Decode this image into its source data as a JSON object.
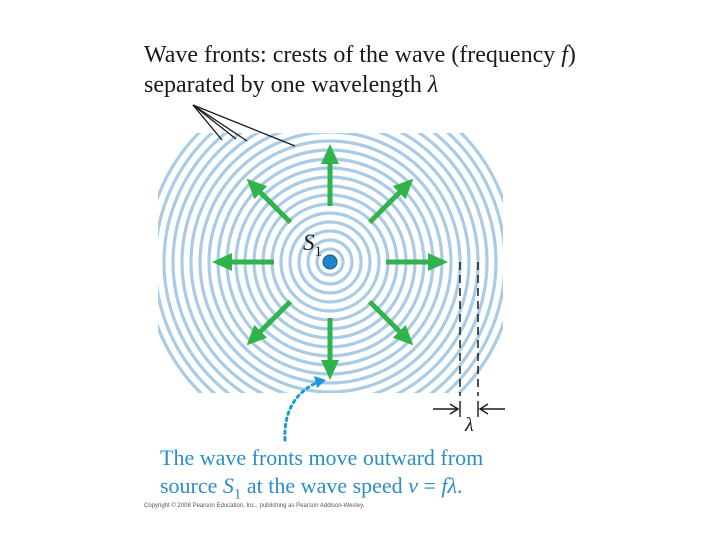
{
  "top_caption": {
    "line1_prefix": "Wave fronts: crests of the wave (frequency ",
    "line1_var": "f",
    "line1_suffix": ")",
    "line2_prefix": "separated by one wavelength ",
    "line2_var": "λ"
  },
  "source_label": {
    "letter": "S",
    "subscript": "1"
  },
  "lambda_label": "λ",
  "bottom_caption": {
    "line1": "The wave fronts move outward from",
    "line2_a": "source ",
    "line2_var": "S",
    "line2_sub": "1",
    "line2_b": " at the wave speed ",
    "line2_eq_v": "v",
    "line2_eq_mid": " = ",
    "line2_eq_rhs": "fλ",
    "line2_end": "."
  },
  "copyright": "Copyright © 2008 Pearson Education, Inc., publishing as Pearson Addison-Wesley.",
  "colors": {
    "wave": "#a9cbe6",
    "arrow": "#2fb34a",
    "source": "#1d86c8",
    "caption_blue": "#2b8ec8",
    "pointer_dots": "#1d9ad6"
  }
}
